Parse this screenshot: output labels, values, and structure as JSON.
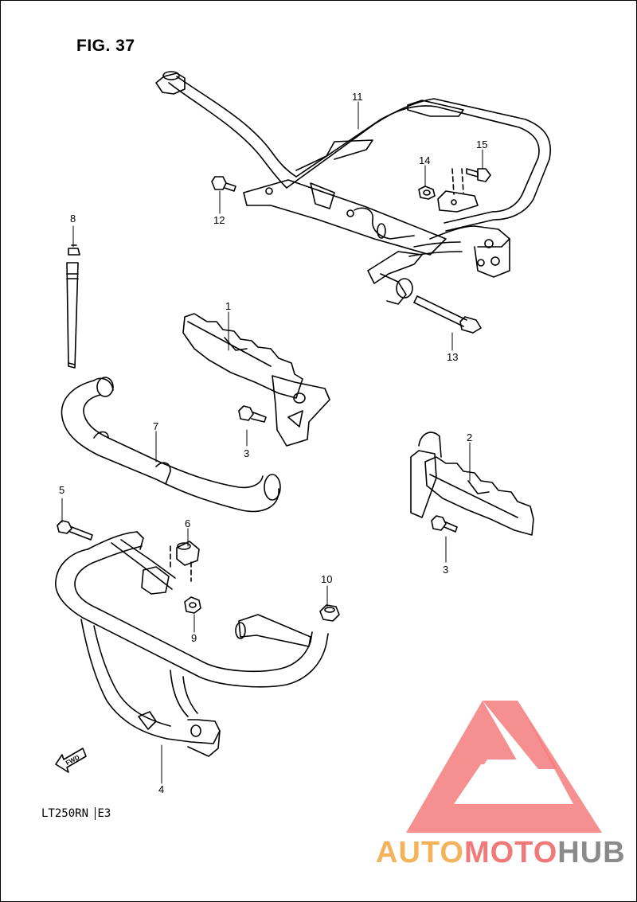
{
  "figure": {
    "title": "FIG. 37",
    "model_code": "LT250RN",
    "region_code": "E3",
    "fwd_label": "FWD"
  },
  "callouts": [
    {
      "id": "1",
      "label": "1"
    },
    {
      "id": "2",
      "label": "2"
    },
    {
      "id": "3a",
      "label": "3"
    },
    {
      "id": "3b",
      "label": "3"
    },
    {
      "id": "4",
      "label": "4"
    },
    {
      "id": "5",
      "label": "5"
    },
    {
      "id": "6",
      "label": "6"
    },
    {
      "id": "7",
      "label": "7"
    },
    {
      "id": "8",
      "label": "8"
    },
    {
      "id": "9",
      "label": "9"
    },
    {
      "id": "10",
      "label": "10"
    },
    {
      "id": "11",
      "label": "11"
    },
    {
      "id": "12",
      "label": "12"
    },
    {
      "id": "13",
      "label": "13"
    },
    {
      "id": "14",
      "label": "14"
    },
    {
      "id": "15",
      "label": "15"
    }
  ],
  "watermark": {
    "text_part1": "AUTO",
    "text_part2": "MOTO",
    "text_part3": "HUB",
    "colors": {
      "part1": "#f4b35a",
      "part2": "#f07a7a",
      "part3": "#8a8a8a",
      "triangle": "#f47c7c"
    }
  }
}
